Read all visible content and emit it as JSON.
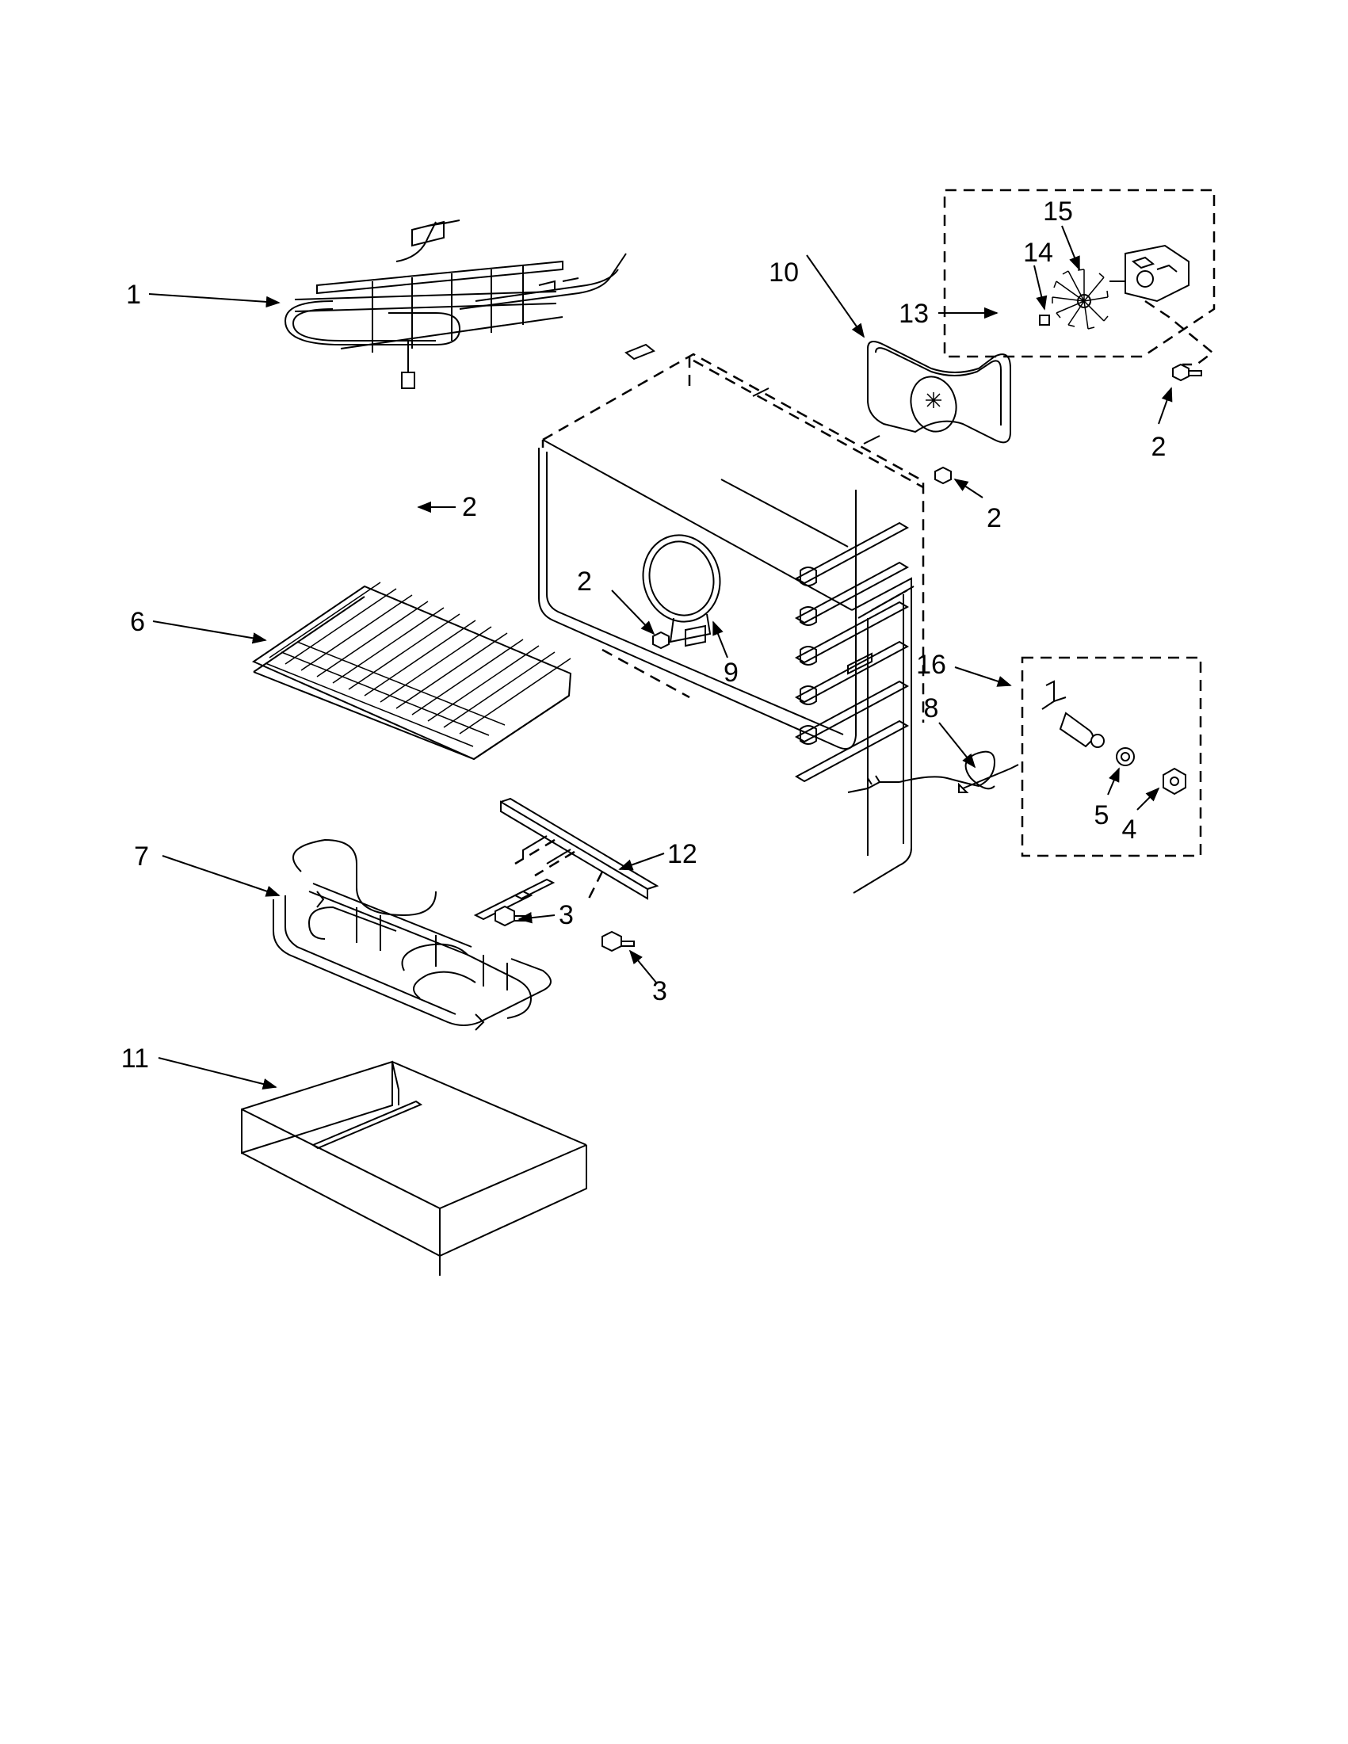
{
  "callouts": {
    "c1": "1",
    "c2a": "2",
    "c2b": "2",
    "c2c": "2",
    "c2d": "2",
    "c3a": "3",
    "c3b": "3",
    "c4": "4",
    "c5": "5",
    "c6": "6",
    "c7": "7",
    "c8": "8",
    "c9": "9",
    "c10": "10",
    "c11": "11",
    "c12": "12",
    "c13": "13",
    "c14": "14",
    "c15": "15",
    "c16": "16"
  }
}
